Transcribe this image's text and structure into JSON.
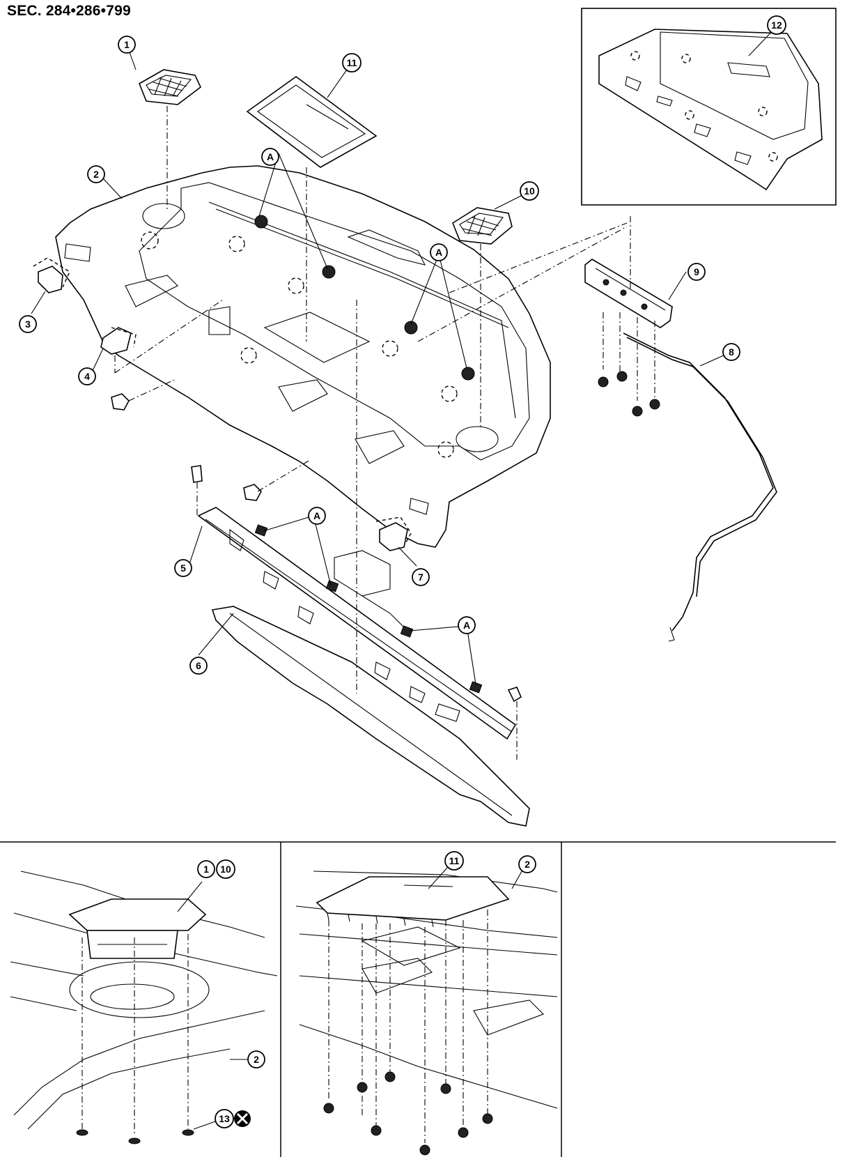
{
  "section_label": "SEC. 284•286•799",
  "callouts": {
    "c1": "1",
    "c2": "2",
    "c3": "3",
    "c4": "4",
    "c5": "5",
    "c6": "6",
    "c7": "7",
    "c8": "8",
    "c9": "9",
    "c10": "10",
    "c11": "11",
    "c12": "12",
    "c13": "13",
    "cA": "A"
  },
  "icons": {
    "no_reuse": "x-circle-icon"
  }
}
